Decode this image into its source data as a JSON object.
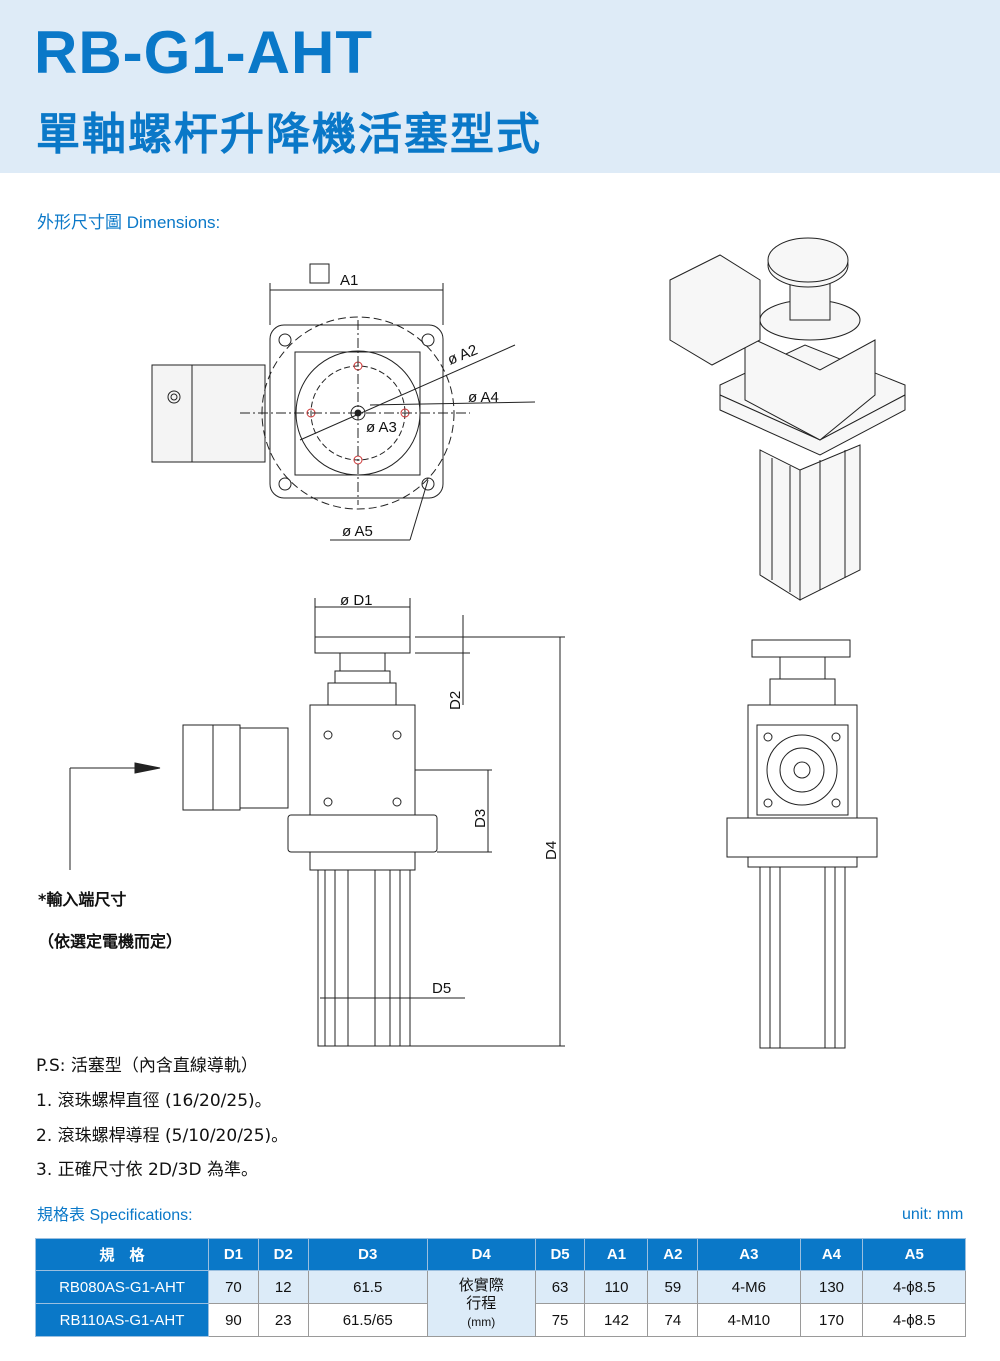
{
  "header": {
    "model": "RB-G1-AHT",
    "title": "單軸螺杆升降機活塞型式"
  },
  "dimensions_heading": "外形尺寸圖 Dimensions:",
  "drawing_labels": {
    "A1": "A1",
    "A2": "ø A2",
    "A3": "ø A3",
    "A4": "ø A4",
    "A5": "ø A5",
    "D1": "ø D1",
    "D2": "D2",
    "D3": "D3",
    "D4": "D4",
    "D5": "D5"
  },
  "input_note": {
    "line1": "*輸入端尺寸",
    "line2": "（依選定電機而定）"
  },
  "notes": [
    "P.S: 活塞型（內含直線導軌）",
    "1. 滾珠螺桿直徑 (16/20/25)。",
    "2. 滾珠螺桿導程 (5/10/20/25)。",
    "3. 正確尺寸依 2D/3D 為準。"
  ],
  "spec_heading": "規格表 Specifications:",
  "unit": "unit: mm",
  "table": {
    "headers": [
      "規　格",
      "D1",
      "D2",
      "D3",
      "D4",
      "D5",
      "A1",
      "A2",
      "A3",
      "A4",
      "A5"
    ],
    "d4_merged": {
      "line1": "依實際",
      "line2": "行程",
      "line3": "(mm)"
    },
    "rows": [
      {
        "model": "RB080AS-G1-AHT",
        "D1": "70",
        "D2": "12",
        "D3": "61.5",
        "D5": "63",
        "A1": "110",
        "A2": "59",
        "A3": "4-M6",
        "A4": "130",
        "A5": "4-ϕ8.5"
      },
      {
        "model": "RB110AS-G1-AHT",
        "D1": "90",
        "D2": "23",
        "D3": "61.5/65",
        "D5": "75",
        "A1": "142",
        "A2": "74",
        "A3": "4-M10",
        "A4": "170",
        "A5": "4-ϕ8.5"
      }
    ]
  },
  "colors": {
    "brand": "#0a78c8",
    "header_bg": "#deebf7",
    "row_highlight": "#dcebf8"
  }
}
